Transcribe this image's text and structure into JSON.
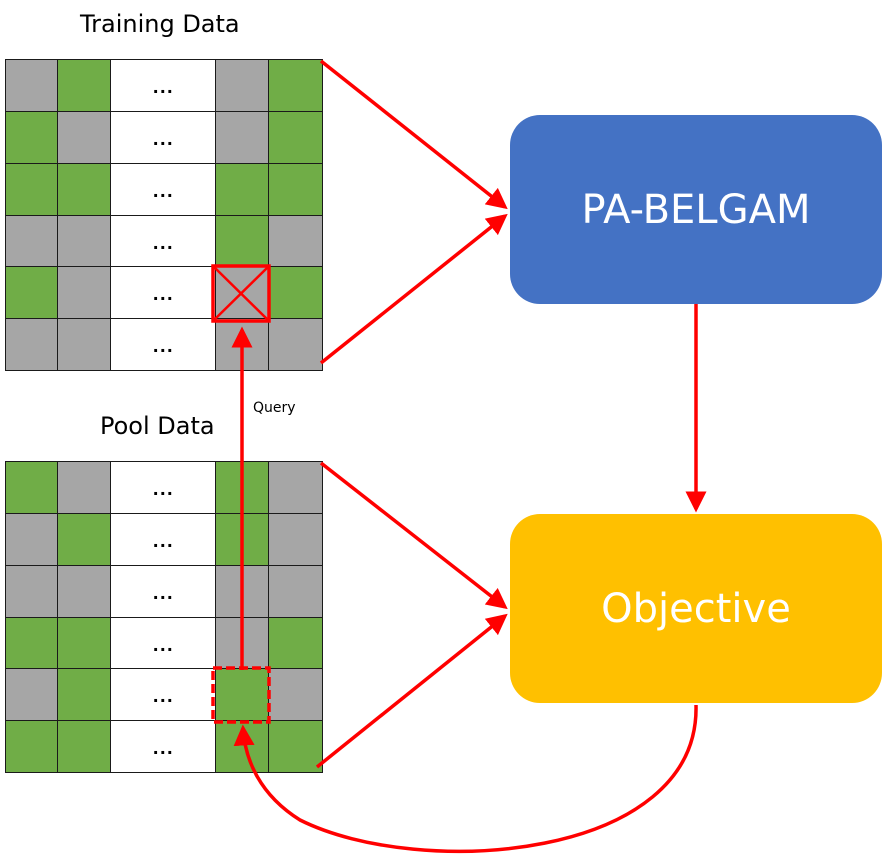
{
  "training": {
    "title": "Training Data",
    "rows": [
      [
        "gray",
        "green",
        "...",
        "gray",
        "green"
      ],
      [
        "green",
        "gray",
        "...",
        "gray",
        "green"
      ],
      [
        "green",
        "green",
        "...",
        "green",
        "green"
      ],
      [
        "gray",
        "gray",
        "...",
        "green",
        "gray"
      ],
      [
        "green",
        "gray",
        "...",
        "gray",
        "green"
      ],
      [
        "gray",
        "gray",
        "...",
        "gray",
        "gray"
      ]
    ],
    "marked_cell": {
      "row": 4,
      "col": 3,
      "style": "crossed"
    }
  },
  "pool": {
    "title": "Pool Data",
    "rows": [
      [
        "green",
        "gray",
        "...",
        "green",
        "gray"
      ],
      [
        "gray",
        "green",
        "...",
        "green",
        "gray"
      ],
      [
        "gray",
        "gray",
        "...",
        "gray",
        "gray"
      ],
      [
        "green",
        "green",
        "...",
        "gray",
        "green"
      ],
      [
        "gray",
        "green",
        "...",
        "green",
        "gray"
      ],
      [
        "green",
        "green",
        "...",
        "green",
        "green"
      ]
    ],
    "marked_cell": {
      "row": 4,
      "col": 3,
      "style": "dashed"
    }
  },
  "query_label": "Query",
  "model": {
    "label": "PA-BELGAM",
    "color": "#4472C4"
  },
  "objective": {
    "label": "Objective",
    "color": "#FFC000"
  },
  "colors": {
    "gray": "#A6A6A6",
    "green": "#70AD47",
    "arrow": "#FF0000"
  }
}
